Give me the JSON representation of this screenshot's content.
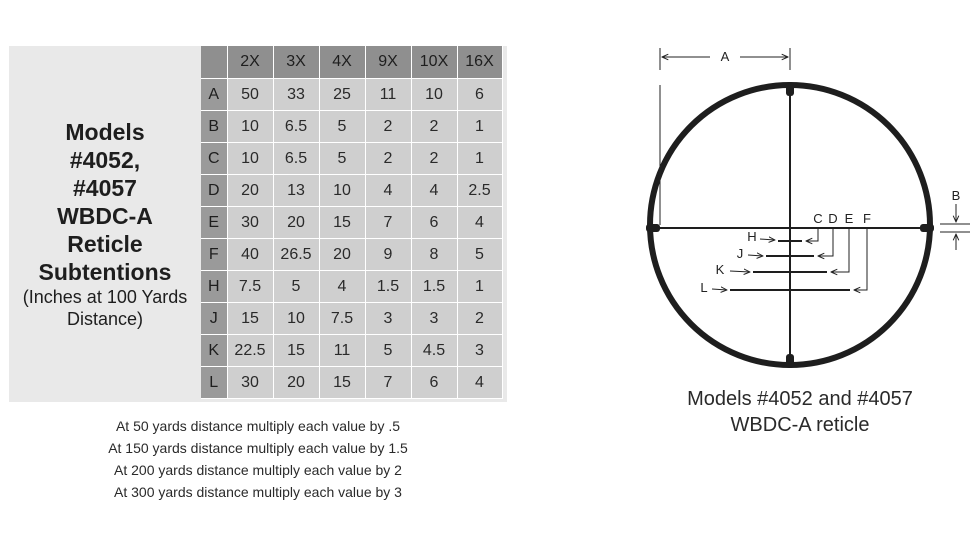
{
  "title": {
    "lines": [
      "Models",
      "#4052,",
      "#4057",
      "WBDC-A",
      "Reticle",
      "Subtentions"
    ],
    "sub_lines": [
      "(Inches at 100 Yards",
      "Distance)"
    ]
  },
  "table": {
    "columns": [
      "2X",
      "3X",
      "4X",
      "9X",
      "10X",
      "16X"
    ],
    "rows": [
      {
        "label": "A",
        "values": [
          "50",
          "33",
          "25",
          "11",
          "10",
          "6"
        ]
      },
      {
        "label": "B",
        "values": [
          "10",
          "6.5",
          "5",
          "2",
          "2",
          "1"
        ]
      },
      {
        "label": "C",
        "values": [
          "10",
          "6.5",
          "5",
          "2",
          "2",
          "1"
        ]
      },
      {
        "label": "D",
        "values": [
          "20",
          "13",
          "10",
          "4",
          "4",
          "2.5"
        ]
      },
      {
        "label": "E",
        "values": [
          "30",
          "20",
          "15",
          "7",
          "6",
          "4"
        ]
      },
      {
        "label": "F",
        "values": [
          "40",
          "26.5",
          "20",
          "9",
          "8",
          "5"
        ]
      },
      {
        "label": "H",
        "values": [
          "7.5",
          "5",
          "4",
          "1.5",
          "1.5",
          "1"
        ]
      },
      {
        "label": "J",
        "values": [
          "15",
          "10",
          "7.5",
          "3",
          "3",
          "2"
        ]
      },
      {
        "label": "K",
        "values": [
          "22.5",
          "15",
          "11",
          "5",
          "4.5",
          "3"
        ]
      },
      {
        "label": "L",
        "values": [
          "30",
          "20",
          "15",
          "7",
          "6",
          "4"
        ]
      }
    ]
  },
  "notes": [
    "At 50 yards distance multiply each value by .5",
    "At 150 yards distance multiply each value by 1.5",
    "At 200 yards distance multiply each value by 2",
    "At 300 yards distance multiply each value by 3"
  ],
  "diagram": {
    "labels": {
      "A": "A",
      "B": "B",
      "C": "C",
      "D": "D",
      "E": "E",
      "F": "F",
      "H": "H",
      "J": "J",
      "K": "K",
      "L": "L"
    }
  },
  "caption": {
    "line1": "Models #4052 and #4057",
    "line2": "WBDC-A reticle"
  }
}
